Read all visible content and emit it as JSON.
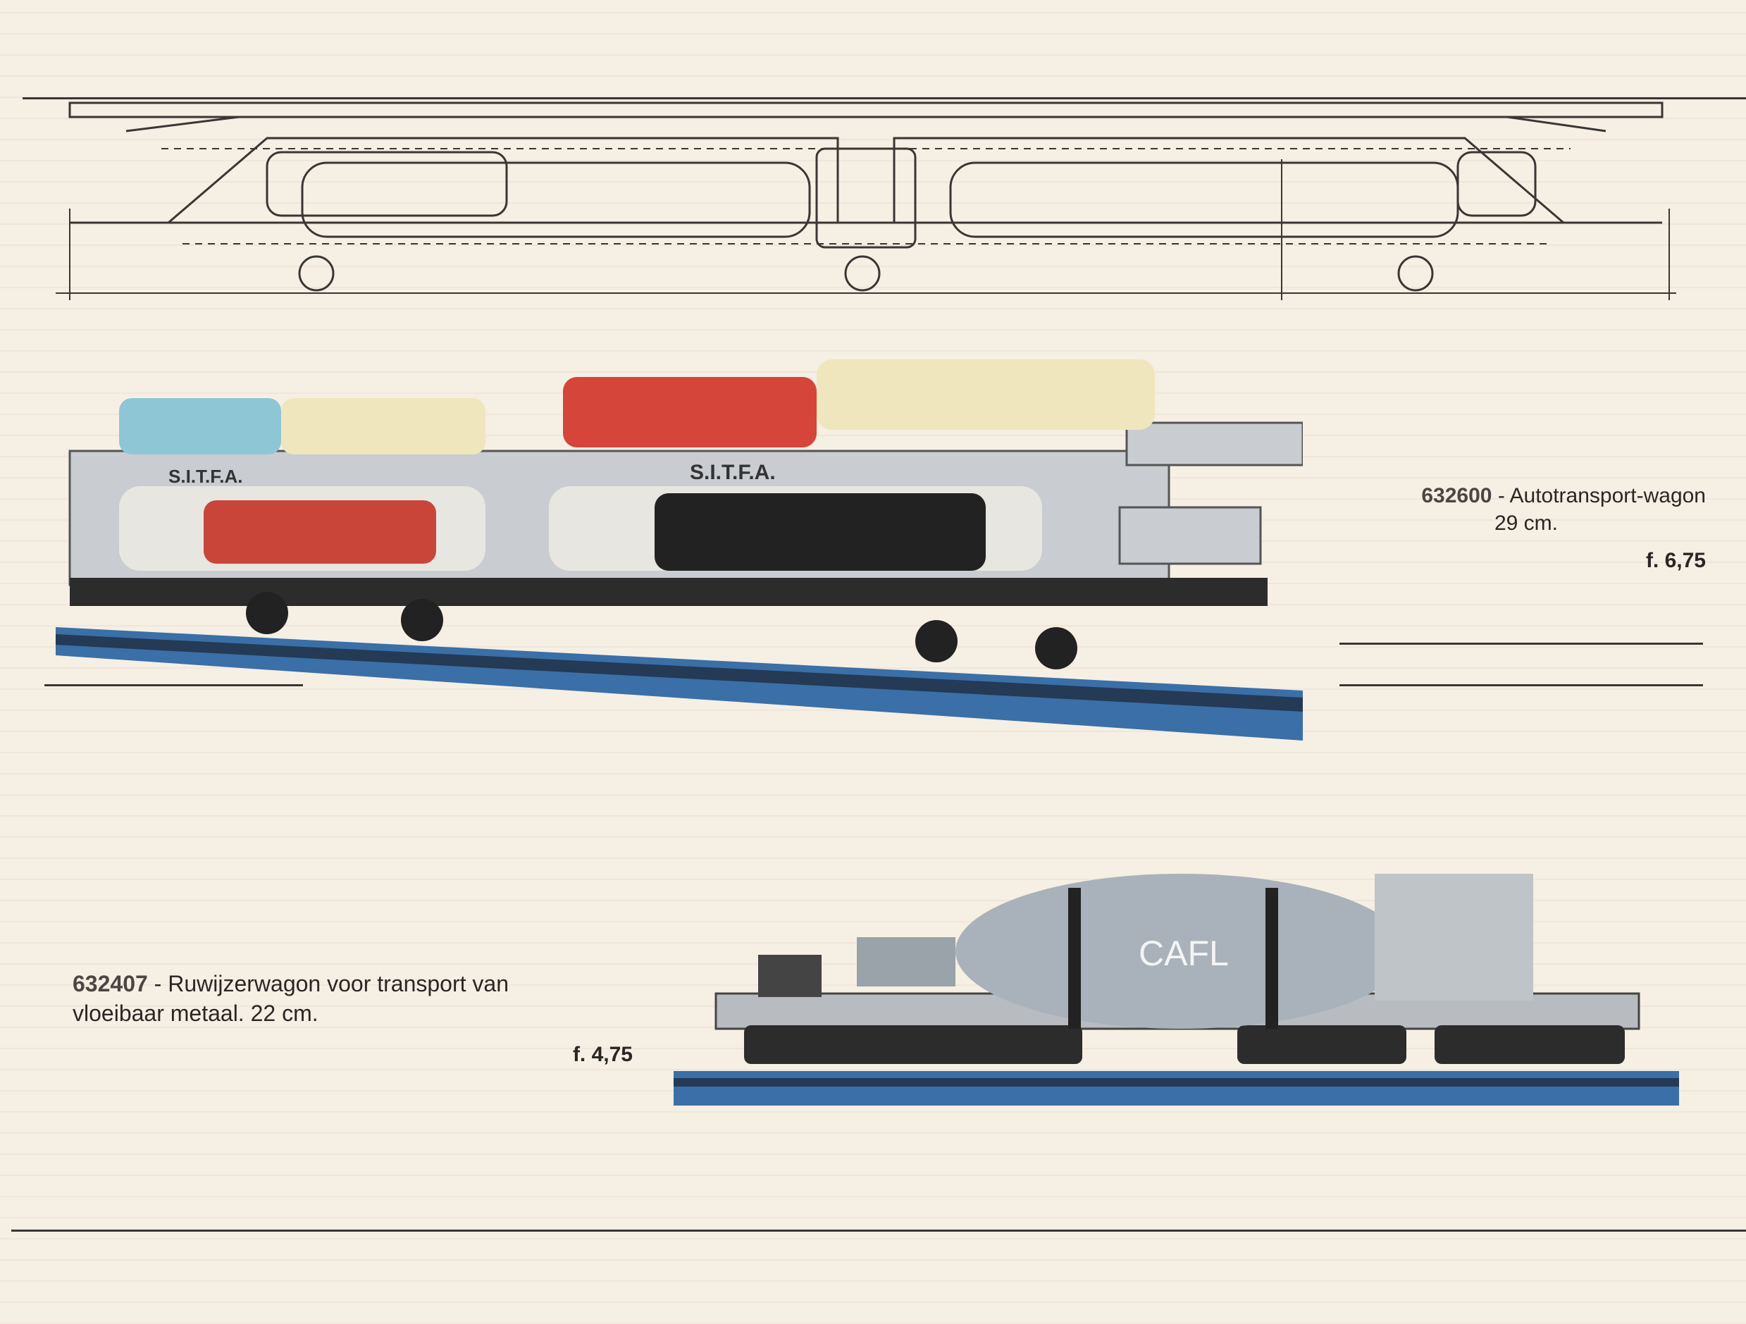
{
  "products": [
    {
      "code": "632600",
      "separator": "-",
      "name": "Autotransport-wagon",
      "length": "29 cm.",
      "price": "f. 6,75",
      "photo_markings": [
        "S.I.T.F.A.",
        "S.I.T.F.A."
      ]
    },
    {
      "code": "632407",
      "separator": "-",
      "name": "Ruwijzerwagon voor transport van",
      "name_line2": "vloeibaar metaal. 22 cm.",
      "price": "f. 4,75",
      "photo_markings": [
        "CAFL"
      ]
    }
  ],
  "colors": {
    "paper": "#f6efe3",
    "ink": "#2a2624",
    "wagon_grey": "#c9ccd0",
    "track_blue": "#3a6fa8"
  }
}
